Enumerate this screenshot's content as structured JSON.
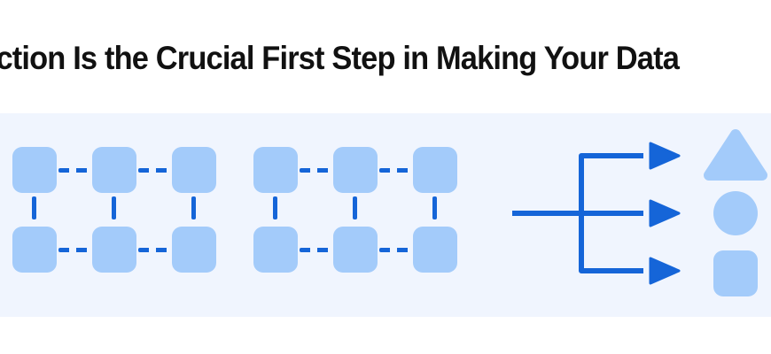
{
  "title": {
    "text": "traction Is the Crucial First Step in Making Your Data",
    "full_text_visible": "traction Is the Crucial First Step in Making Your Data",
    "color": "#111111",
    "clipped_left": true,
    "clipped_right": true
  },
  "panel": {
    "background_color": "#f0f5fe"
  },
  "colors": {
    "node_fill": "#a3cbfa",
    "connector": "#1565d8",
    "shape_fill": "#a3cbfa",
    "page_background": "#ffffff"
  },
  "diagram": {
    "node_grid": {
      "label": "document-node-grid",
      "groups": 2,
      "columns_per_group": 3,
      "rows": 2,
      "total_nodes": 12,
      "node_shape": "rounded-square",
      "horizontal_connector_style": "dashed",
      "vertical_connector_style": "solid-segment"
    },
    "branch": {
      "label": "extraction-branch-connector",
      "trunk_orientation": "horizontal",
      "branch_count": 3,
      "arrowhead_shape": "triangle",
      "arrow_direction": "right"
    },
    "outputs": {
      "label": "structured-output-shapes",
      "items": [
        {
          "name": "triangle",
          "shape": "triangle"
        },
        {
          "name": "circle",
          "shape": "circle"
        },
        {
          "name": "square",
          "shape": "rounded-square"
        }
      ]
    }
  }
}
